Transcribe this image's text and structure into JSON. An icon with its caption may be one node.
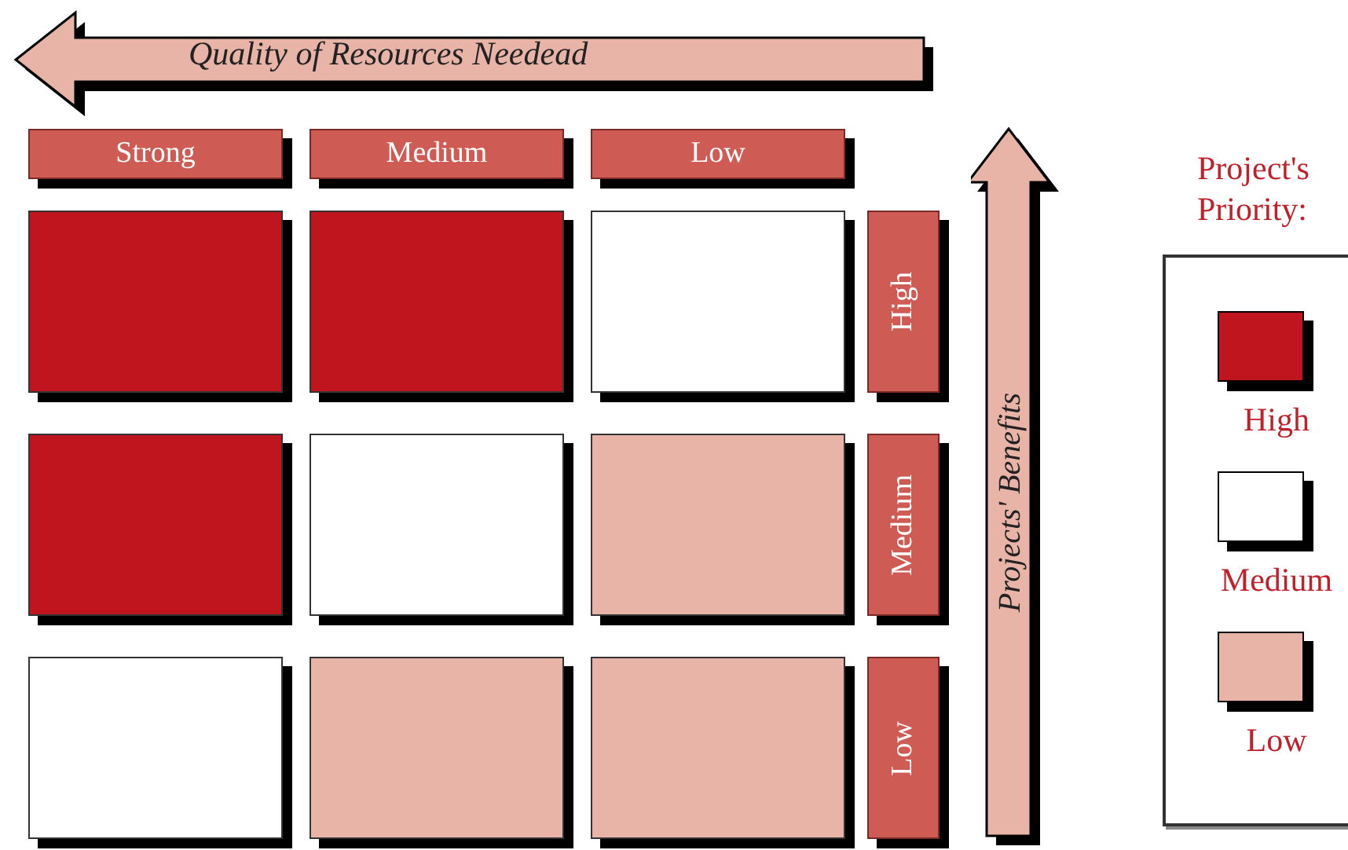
{
  "diagram": {
    "nodes": [
      {
        "text": [
          "Strong"
        ]
      },
      {
        "text": [
          "Medium"
        ]
      },
      {
        "text": [
          "Low"
        ]
      },
      {
        "text": [],
        "shape": "box"
      },
      {
        "text": [],
        "shape": "box"
      },
      {
        "text": [],
        "shape": "box"
      },
      {
        "text": [
          "High"
        ]
      },
      {
        "text": [],
        "shape": "box"
      },
      {
        "text": [],
        "shape": "box"
      },
      {
        "text": [],
        "shape": "box"
      },
      {
        "text": [
          "Medium"
        ]
      },
      {
        "text": [],
        "shape": "box"
      },
      {
        "text": [],
        "shape": "box"
      },
      {
        "text": [],
        "shape": "box"
      },
      {
        "text": [
          "Low"
        ]
      }
    ],
    "labels": [
      "Quality of Resources Needead",
      "Projects' Benefits",
      "Project's Priority:"
    ],
    "legend": [
      {
        "text": "High",
        "color": "#c0141e"
      },
      {
        "text": "Medium",
        "color": "#ffffff"
      },
      {
        "text": "Low",
        "color": "#e8b4a8"
      }
    ]
  }
}
